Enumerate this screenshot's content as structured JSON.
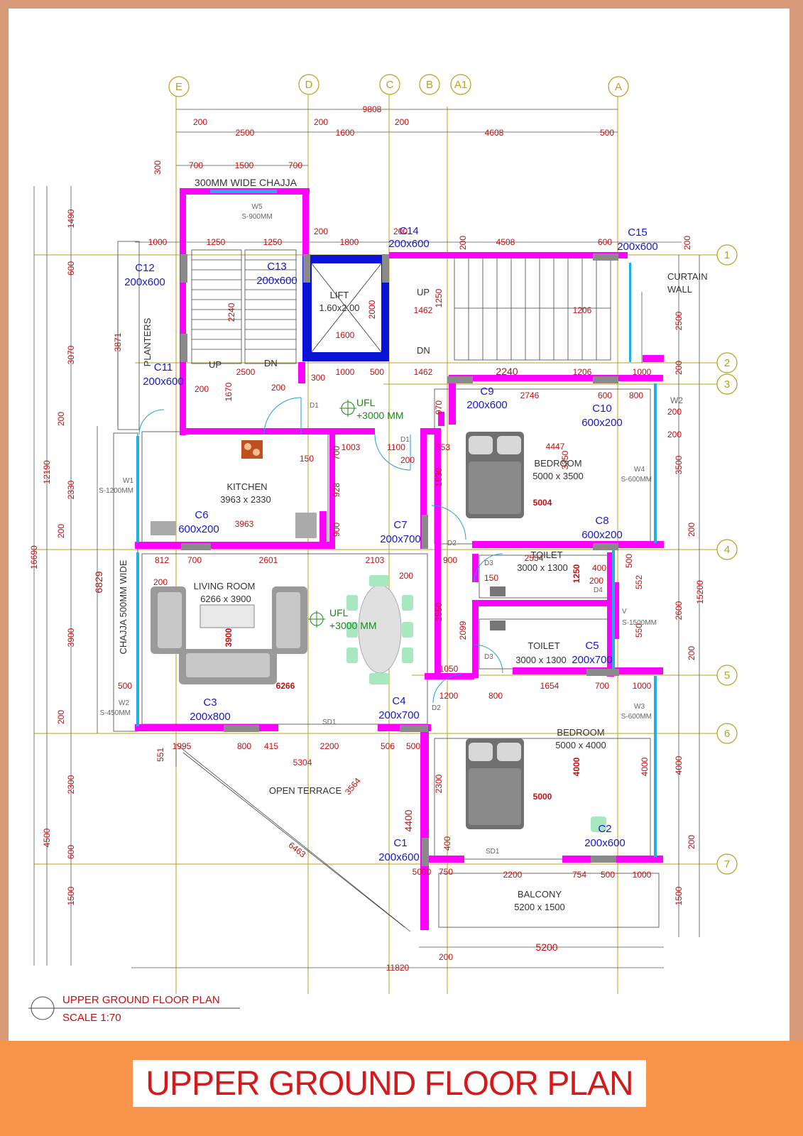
{
  "title": "UPPER GROUND FLOOR  PLAN",
  "drawing_note": {
    "title": "UPPER GROUND FLOOR  PLAN",
    "scale": "SCALE 1:70"
  },
  "colors": {
    "wall": "#ff00ff",
    "lift_wall": "#0a12d8",
    "glass": "#20b0e8",
    "grid": "#b8a020",
    "dimension": "#c01010",
    "column_label": "#1818c8",
    "footer": "#f8944c"
  },
  "grid": {
    "columns": [
      "E",
      "D",
      "C",
      "B",
      "A1",
      "A"
    ],
    "rows": [
      "1",
      "2",
      "3",
      "4",
      "5",
      "6",
      "7"
    ]
  },
  "rooms": [
    {
      "name": "LIVING ROOM",
      "size": "6266 x 3900"
    },
    {
      "name": "KITCHEN",
      "size": "3963 x 2330"
    },
    {
      "name": "BEDROOM",
      "size": "5000 x 3500"
    },
    {
      "name": "BEDROOM",
      "size": "5000 x 4000"
    },
    {
      "name": "TOILET",
      "size": "3000 x 1300"
    },
    {
      "name": "TOILET",
      "size": "3000 x 1300"
    },
    {
      "name": "BALCONY",
      "size": "5200 x 1500"
    },
    {
      "name": "LIFT",
      "size": "1.60x2.00"
    },
    {
      "name": "OPEN TERRACE",
      "size": ""
    }
  ],
  "labels": {
    "chajja_top": "300MM WIDE CHAJJA",
    "chajja_side": "CHAJJA 500MM WIDE",
    "planters": "PLANTERS",
    "curtain_wall": [
      "CURTAIN",
      "WALL"
    ],
    "up": "UP",
    "dn": "DN",
    "ufl": "UFL",
    "ufl_level": "+3000 MM",
    "windows": [
      "W1",
      "S-1200MM",
      "W2",
      "S-450MM",
      "W3",
      "S-600MM",
      "W4",
      "S-600MM",
      "W5",
      "S-900MM",
      "V",
      "S-1500MM",
      "W2"
    ],
    "doors": [
      "D1",
      "D1",
      "D2",
      "D2",
      "D3",
      "D3",
      "D4",
      "SD1",
      "SD1"
    ]
  },
  "columns_schedule": [
    {
      "id": "C1",
      "size": "200x600"
    },
    {
      "id": "C2",
      "size": "200x600"
    },
    {
      "id": "C3",
      "size": "200x800"
    },
    {
      "id": "C4",
      "size": "200x700"
    },
    {
      "id": "C5",
      "size": "200x700"
    },
    {
      "id": "C6",
      "size": "600x200"
    },
    {
      "id": "C7",
      "size": "200x700"
    },
    {
      "id": "C8",
      "size": "600x200"
    },
    {
      "id": "C9",
      "size": "200x600"
    },
    {
      "id": "C10",
      "size": "600x200"
    },
    {
      "id": "C11",
      "size": "200x600"
    },
    {
      "id": "C12",
      "size": "200x600"
    },
    {
      "id": "C13",
      "size": "200x600"
    },
    {
      "id": "C14",
      "size": "200x600"
    },
    {
      "id": "C15",
      "size": "200x600"
    }
  ],
  "dimensions": {
    "overall_top": "9808",
    "top_row": [
      "200",
      "2500",
      "200",
      "1600",
      "200",
      "4608",
      "500"
    ],
    "chajja_row": [
      "300",
      "700",
      "1500",
      "700"
    ],
    "row_3": [
      "1000",
      "1250",
      "1250",
      "200",
      "1800",
      "200",
      "4508",
      "200",
      "600",
      "200"
    ],
    "overall_bottom": "11820",
    "bottom_balcony": "5200",
    "bottom_offset": "200",
    "left_outer": [
      "16690"
    ],
    "left_mid": [
      "12190",
      "4500"
    ],
    "left_inner": [
      "1490",
      "600",
      "3070",
      "200",
      "2330",
      "200",
      "3900",
      "200",
      "2300",
      "600",
      "1500"
    ],
    "left_small": [
      "3871",
      "6829"
    ],
    "right_outer": [
      "15200"
    ],
    "right_inner": [
      "200",
      "2500",
      "200",
      "200",
      "3500",
      "200",
      "2600",
      "200",
      "4000",
      "200",
      "1500"
    ],
    "misc": [
      "2240",
      "1670",
      "2500",
      "1000",
      "500",
      "1462",
      "1250",
      "1206",
      "1462",
      "2240",
      "1206",
      "1000",
      "2746",
      "600",
      "800",
      "4447",
      "3350",
      "5004",
      "1830",
      "970",
      "553",
      "1100",
      "200",
      "1003",
      "150",
      "700",
      "928",
      "900",
      "3963",
      "812",
      "700",
      "2601",
      "2103",
      "900",
      "2554",
      "400",
      "200",
      "1250",
      "552",
      "550",
      "500",
      "2850",
      "2099",
      "1050",
      "1200",
      "800",
      "1654",
      "700",
      "1000",
      "3900",
      "6266",
      "500",
      "551",
      "1995",
      "800",
      "415",
      "2200",
      "506",
      "500",
      "5304",
      "3564",
      "6463",
      "4400",
      "2300",
      "400",
      "750",
      "2200",
      "754",
      "500",
      "1000",
      "4000",
      "5000",
      "4000",
      "1600",
      "2000",
      "300",
      "200",
      "200",
      "200",
      "150",
      "200",
      "5000"
    ]
  }
}
